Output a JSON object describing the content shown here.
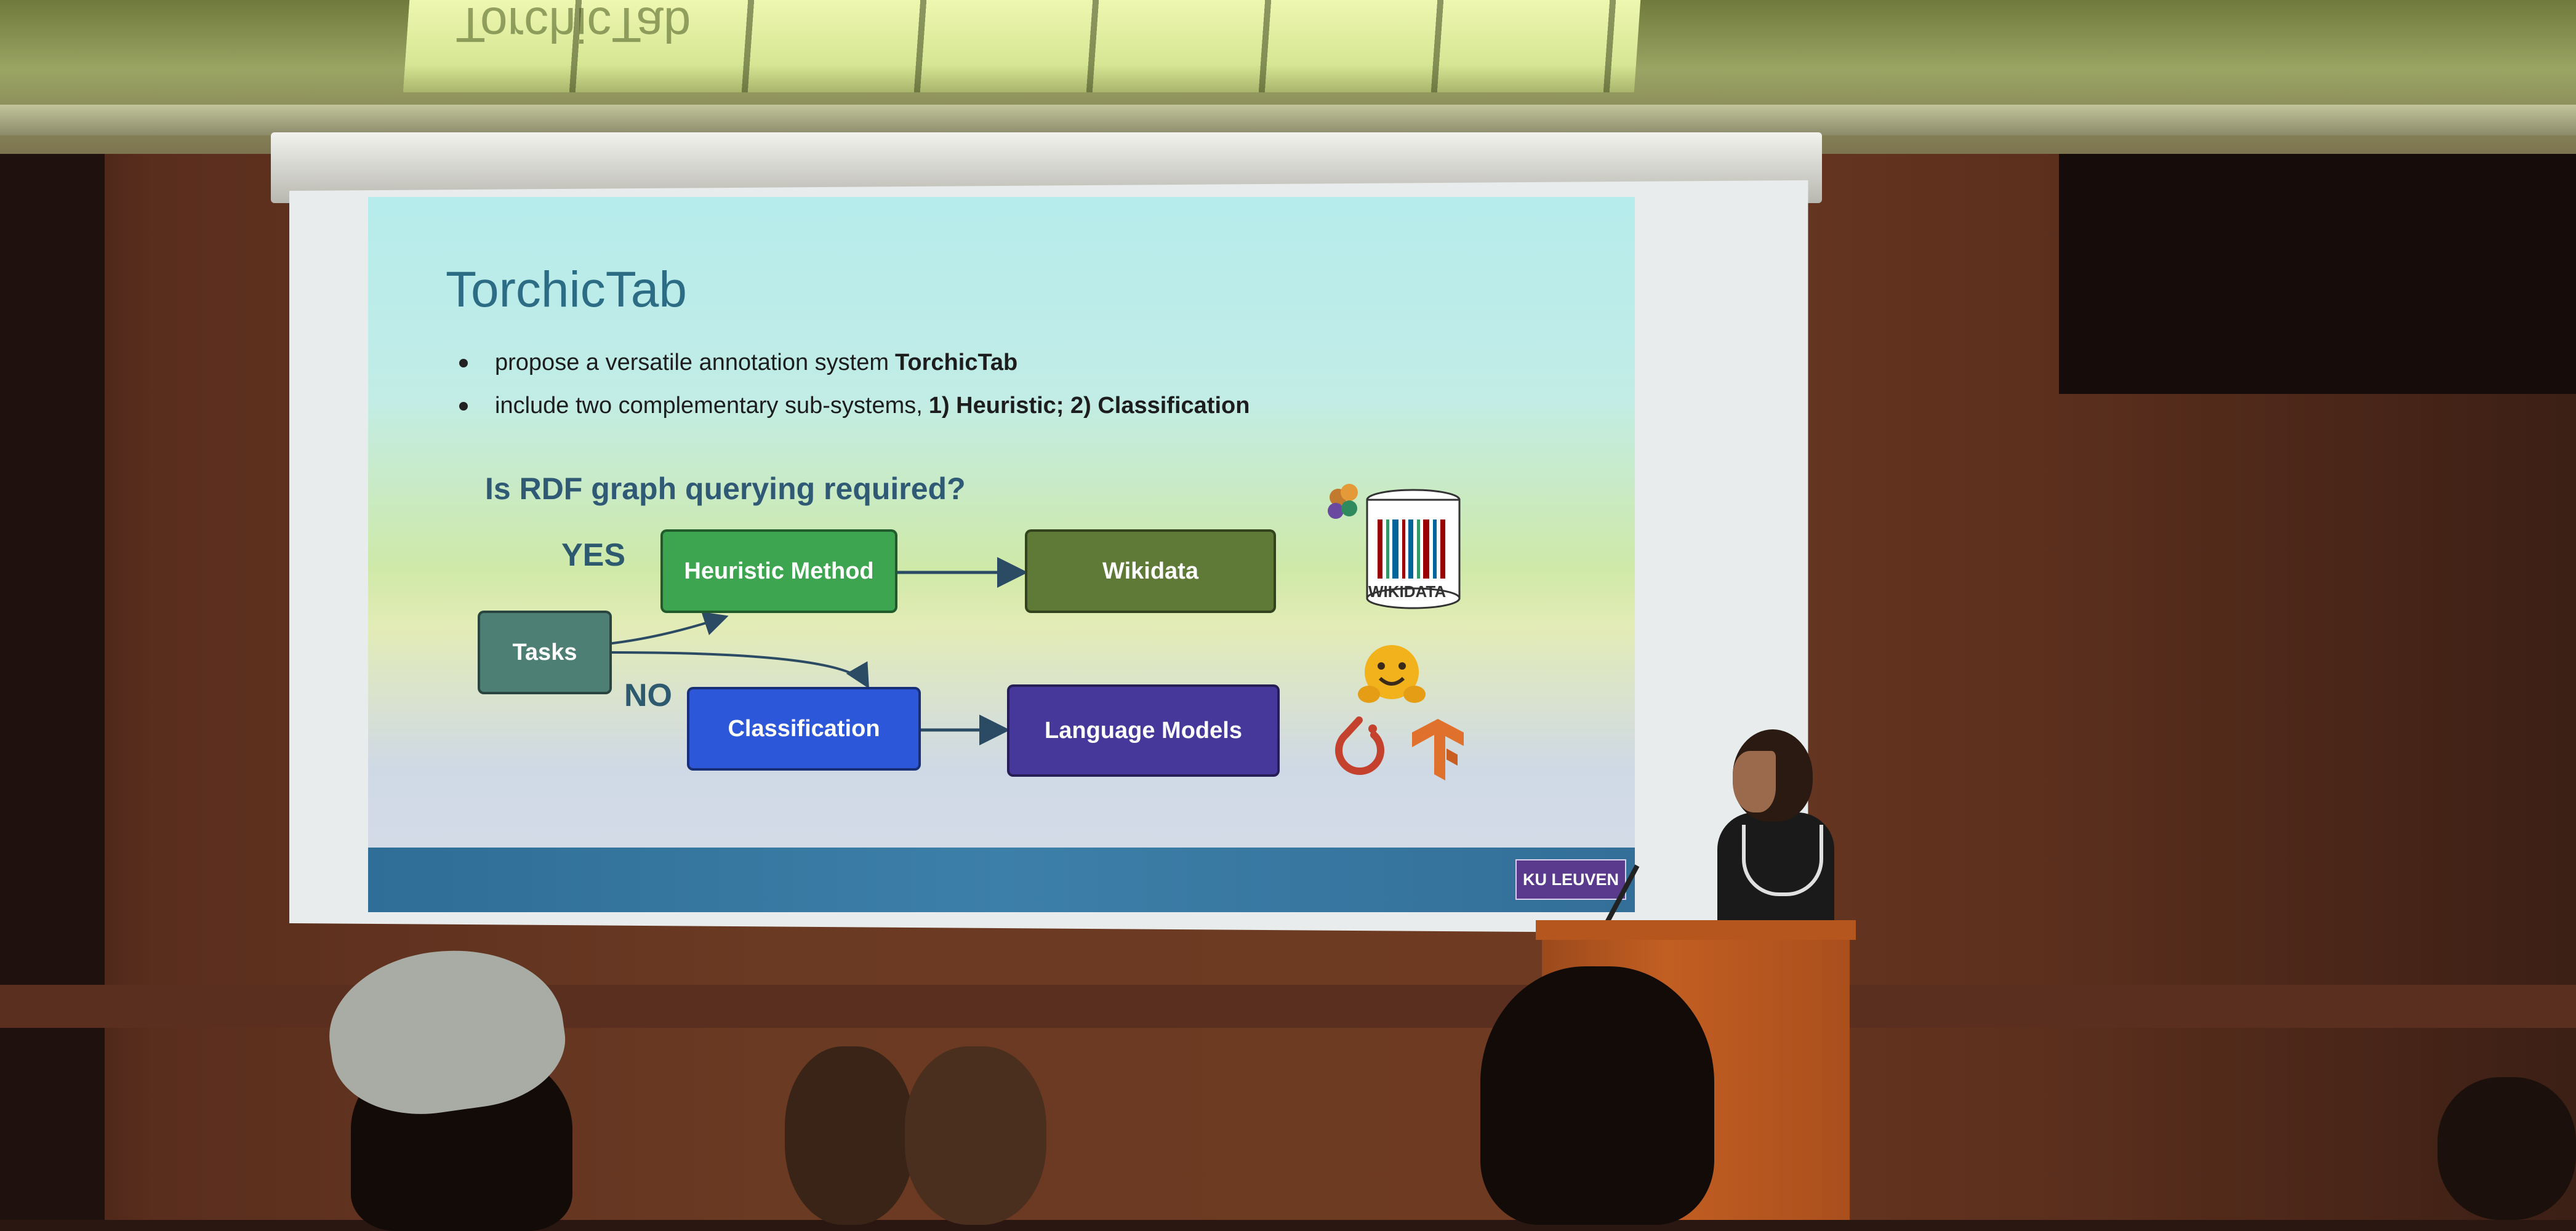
{
  "ceiling_mirror_text": "TorchicTab",
  "slide": {
    "title": "TorchicTab",
    "bullets": [
      {
        "text": "propose a versatile annotation system",
        "bold": "TorchicTab"
      },
      {
        "text": "include two complementary sub-systems,",
        "bold": "1) Heuristic; 2) Classification"
      }
    ],
    "question": "Is RDF graph querying required?",
    "branch_yes": "YES",
    "branch_no": "NO",
    "nodes": {
      "tasks": "Tasks",
      "heuristic": "Heuristic Method",
      "wikidata": "Wikidata",
      "classification": "Classification",
      "language_models": "Language Models"
    },
    "logos": {
      "wikidata_label": "WIKIDATA",
      "huggingface": "hugging-face-icon",
      "pytorch": "pytorch-icon",
      "tensorflow": "tensorflow-icon"
    },
    "footer_brand": "KU LEUVEN"
  }
}
